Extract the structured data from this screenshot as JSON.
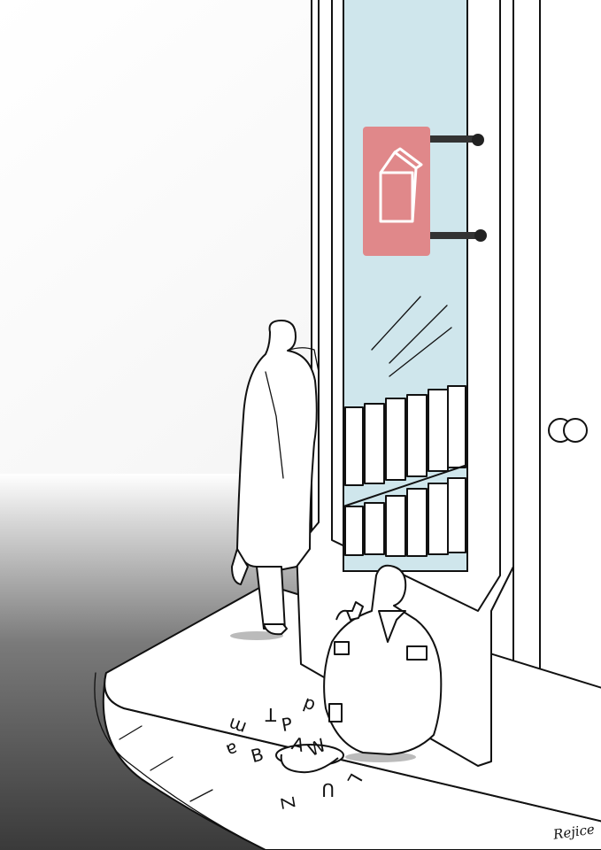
{
  "illustration": {
    "colors": {
      "sign": "#e0888a",
      "glass": "#cfe6ec",
      "ground_dark": "#3a3a3a",
      "line": "#111111"
    },
    "sign_icon": "open-book-icon",
    "scattered_letters": [
      "d",
      "T",
      "P",
      "A",
      "W",
      "m",
      "a",
      "B",
      "L",
      "U",
      "Z"
    ],
    "signature": "Rejice"
  }
}
